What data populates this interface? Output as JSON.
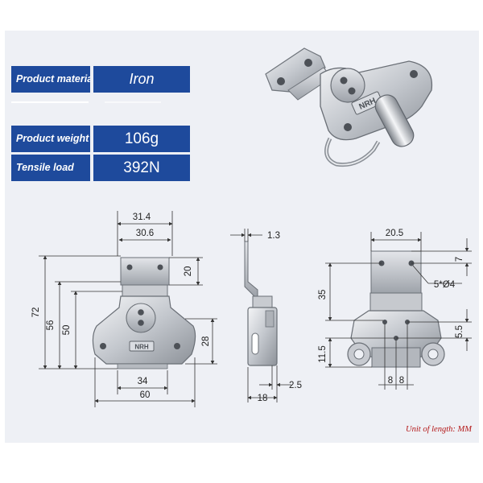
{
  "specs": {
    "material_label": "Product material",
    "material_value": "Iron",
    "weight_label": "Product weight",
    "weight_value": "106g",
    "tensile_label": "Tensile load",
    "tensile_value": "392N"
  },
  "unit_note": "Unit of length: MM",
  "logo_text": "NRH",
  "dimensions": {
    "front": {
      "width_top_outer": "31.4",
      "width_top_inner": "30.6",
      "plate_height": "20",
      "overall_height": "72",
      "height_56": "56",
      "height_50": "50",
      "body_height": "28",
      "base_width": "34",
      "overall_width": "60"
    },
    "side": {
      "thickness": "1.3",
      "offset": "2.5",
      "depth": "18"
    },
    "rear": {
      "plate_width": "20.5",
      "hole_offset": "7",
      "holes": "5*Ø4",
      "height_35": "35",
      "spacing": "5.5",
      "hook_height": "11.5",
      "hole_spacing_left": "8",
      "hole_spacing_right": "8"
    }
  }
}
